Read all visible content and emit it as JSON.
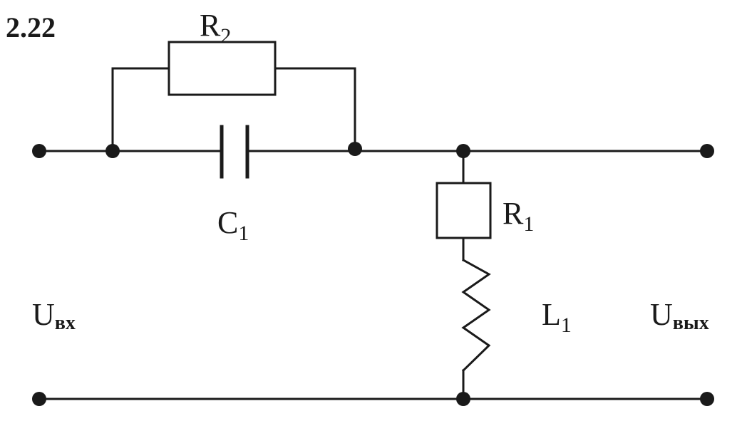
{
  "figure_number": "2.22",
  "components": {
    "r2": {
      "letter": "R",
      "index": "2"
    },
    "c1": {
      "letter": "C",
      "index": "1"
    },
    "r1": {
      "letter": "R",
      "index": "1"
    },
    "l1": {
      "letter": "L",
      "index": "1"
    }
  },
  "ports": {
    "input": {
      "letter": "U",
      "subscript": "вх"
    },
    "output": {
      "letter": "U",
      "subscript": "вых"
    }
  },
  "colors": {
    "ink": "#1a1a1a",
    "background": "#ffffff"
  }
}
